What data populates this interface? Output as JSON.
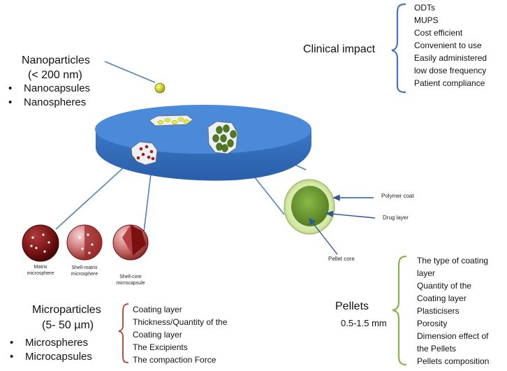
{
  "nanoparticles": {
    "title": "Nanoparticles",
    "size": "(< 200 nm)",
    "items": [
      "Nanocapsules",
      "Nanospheres"
    ]
  },
  "clinical_impact": {
    "title": "Clinical impact",
    "items": [
      "ODTs",
      "MUPS",
      "Cost efficient",
      "Convenient to use",
      "Easily administered",
      "low dose frequency",
      "Patient compliance"
    ]
  },
  "pellet_parts": {
    "polymer_coat": "Polymer coat",
    "drug_layer": "Drug layer",
    "pellet_core": "Pellet core"
  },
  "microspheres_types": {
    "matrix": "Matrix microsphere",
    "shell_matrix": "Shell-matrix microsphere",
    "shell_core": "Shell-core microcapsule"
  },
  "microparticles": {
    "title": "Microparticles",
    "size": "(5- 50 µm)",
    "items": [
      "Microspheres",
      "Microcapsules"
    ],
    "factors": [
      "Coating layer",
      "Thickness/Quantity of the",
      "Coating layer",
      "The Excipients",
      "The compaction Force"
    ]
  },
  "pellets": {
    "title": "Pellets",
    "size": "0.5-1.5 mm",
    "factors": [
      "The type of coating",
      "layer",
      "Quantity  of the",
      "Coating layer",
      "Plasticisers",
      "Porosity",
      "Dimension effect of",
      "the Pellets",
      "Pellets composition"
    ]
  },
  "colors": {
    "tablet": "#3f7fd0",
    "connector": "#4f81bd",
    "brace_blue": "#4472c4",
    "brace_red": "#c0392b",
    "brace_green": "#8cb04a",
    "pellet_green": "#6a9a2e",
    "microsphere": "#8b1a1a"
  }
}
